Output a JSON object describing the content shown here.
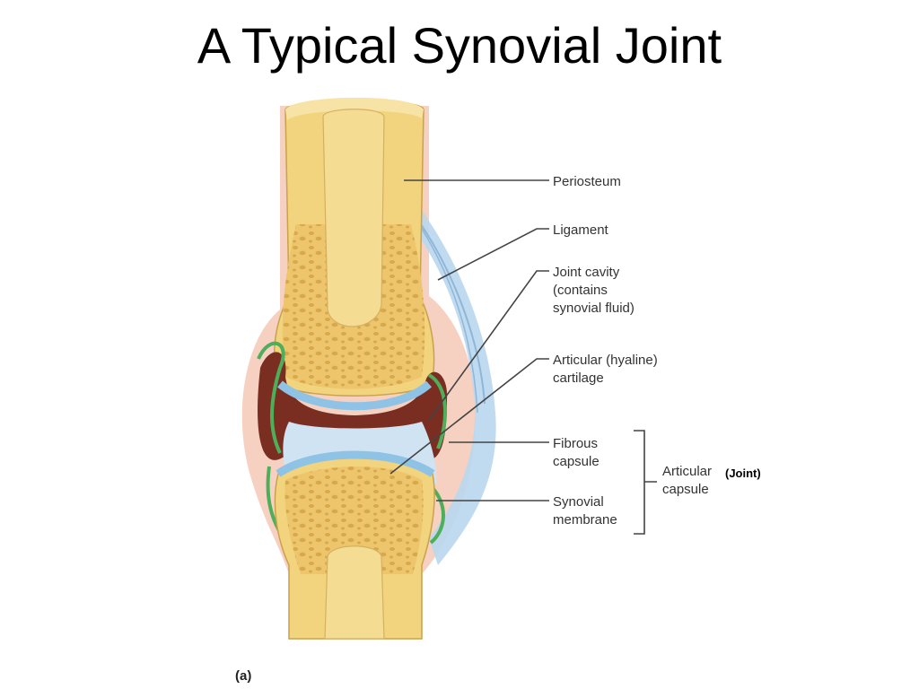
{
  "slide": {
    "title": "A Typical Synovial Joint"
  },
  "labels": {
    "periosteum": "Periosteum",
    "ligament": "Ligament",
    "joint_cavity": [
      "Joint cavity",
      "(contains",
      "synovial fluid)"
    ],
    "articular_cartilage": [
      "Articular (hyaline)",
      "cartilage"
    ],
    "fibrous_capsule": [
      "Fibrous",
      "capsule"
    ],
    "synovial_membrane": [
      "Synovial",
      "membrane"
    ],
    "articular_capsule": [
      "Articular",
      "capsule"
    ],
    "joint_note": "(Joint)",
    "panel": "(a)"
  },
  "colors": {
    "bone_compact": "#f2d47e",
    "bone_spongy": "#e9c065",
    "marrow_cavity": "#f5dc93",
    "periosteum": "#f4c9b6",
    "cartilage": "#8fc3e6",
    "joint_cavity": "#7a2e22",
    "synovial_membrane": "#4fae5a",
    "ligament": "#b9d7ee"
  }
}
